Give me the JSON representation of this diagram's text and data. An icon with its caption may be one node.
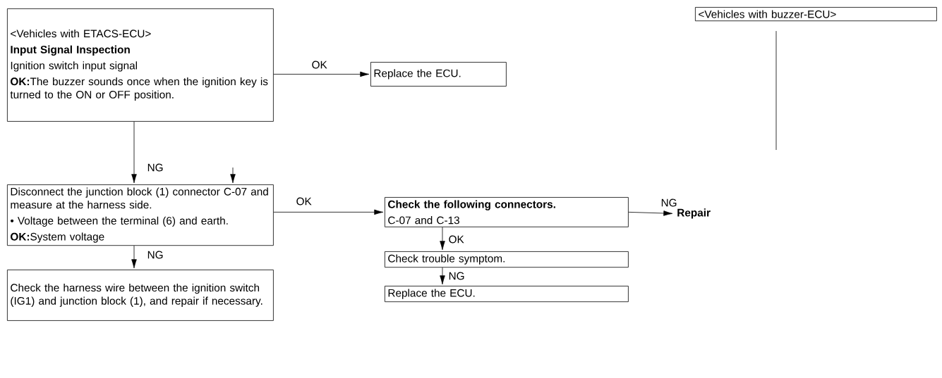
{
  "diagram": {
    "nodes": [
      {
        "text": [
          "<Vehicles with ETACS-ECU>",
          "Input Signal Inspection",
          "Ignition switch input signal",
          "**OK:**The buzzer sounds once when the ignition key is turned to the ON or OFF position."
        ]
      },
      {
        "text": [
          "Replace the ECU."
        ]
      },
      {
        "text": [
          "Disconnect the junction block (1) connector C-07 and measure at the harness side.",
          "• Voltage between the terminal (6) and earth.",
          "**OK:**System voltage"
        ]
      },
      {
        "text": [
          "Check the harness wire between the ignition switch (IG1) and junction block (1), and repair if necessary."
        ]
      },
      {
        "text": [
          "Check the following connectors.",
          "C-07 and C-13"
        ]
      },
      {
        "text": [
          "Check trouble symptom."
        ]
      },
      {
        "text": [
          "Replace the ECU."
        ]
      },
      {
        "text": [
          "Repair"
        ]
      },
      {
        "text": [
          "<Vehicles with buzzer-ECU>"
        ]
      }
    ],
    "edges": [
      {
        "from": 0,
        "to": 1,
        "arrow": "to",
        "label": "OK"
      },
      {
        "from": 0,
        "to": 2,
        "arrow": "to",
        "label": "NG"
      },
      {
        "from": null,
        "to": 2,
        "arrow": "to"
      },
      {
        "from": 8,
        "to": null,
        "arrow": "none"
      },
      {
        "from": 2,
        "to": 4,
        "arrow": "to",
        "label": "OK"
      },
      {
        "from": 4,
        "to": 7,
        "arrow": "to",
        "label": "NG"
      },
      {
        "from": 4,
        "to": 5,
        "arrow": "to",
        "label": "OK"
      },
      {
        "from": 5,
        "to": 6,
        "arrow": "to",
        "label": "NG"
      },
      {
        "from": 2,
        "to": 3,
        "arrow": "to",
        "label": "NG"
      }
    ]
  }
}
